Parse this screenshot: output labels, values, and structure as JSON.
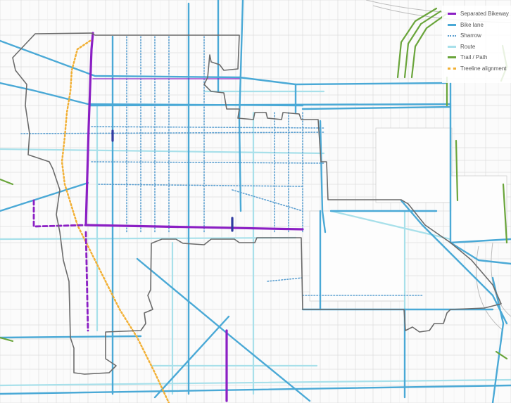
{
  "legend": {
    "items": [
      {
        "label": "Separated Bikeway",
        "color": "#8b1fc4",
        "style": "solid"
      },
      {
        "label": "Bike lane",
        "color": "#4aa9d6",
        "style": "solid"
      },
      {
        "label": "Sharrow",
        "color": "#5b9fd0",
        "style": "dotted"
      },
      {
        "label": "Route",
        "color": "#a8e0ea",
        "style": "solid"
      },
      {
        "label": "Trail / Path",
        "color": "#6aa53b",
        "style": "solid"
      },
      {
        "label": "Treeline alignment",
        "color": "#f2b035",
        "style": "dotted"
      }
    ]
  },
  "colors": {
    "separated_bikeway": "#8b1fc4",
    "bike_lane": "#4aa9d6",
    "sharrow": "#5b9fd0",
    "route": "#a8e0ea",
    "trail": "#6aa53b",
    "treeline": "#f2b035",
    "boundary": "#6b6b6b",
    "blocks": "#d8d8d8"
  }
}
